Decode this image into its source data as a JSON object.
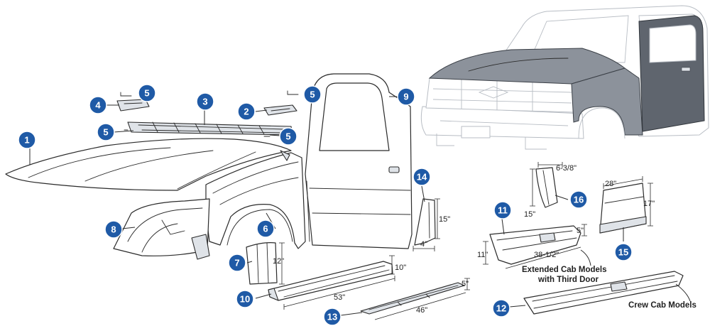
{
  "colors": {
    "badge_fill": "#1f5aa6",
    "badge_text": "#ffffff",
    "line_art": "#2b2b2b",
    "ghost_truck": "#b8bdc4",
    "highlight_panels": "#8c929b"
  },
  "callouts": [
    {
      "id": "c1",
      "label": "1"
    },
    {
      "id": "c2",
      "label": "2"
    },
    {
      "id": "c3",
      "label": "3"
    },
    {
      "id": "c4",
      "label": "4"
    },
    {
      "id": "c5a",
      "label": "5"
    },
    {
      "id": "c5b",
      "label": "5"
    },
    {
      "id": "c5c",
      "label": "5"
    },
    {
      "id": "c5d",
      "label": "5"
    },
    {
      "id": "c6",
      "label": "6"
    },
    {
      "id": "c7",
      "label": "7"
    },
    {
      "id": "c8",
      "label": "8"
    },
    {
      "id": "c9",
      "label": "9"
    },
    {
      "id": "c10",
      "label": "10"
    },
    {
      "id": "c11",
      "label": "11"
    },
    {
      "id": "c12",
      "label": "12"
    },
    {
      "id": "c13",
      "label": "13"
    },
    {
      "id": "c14",
      "label": "14"
    },
    {
      "id": "c15",
      "label": "15"
    },
    {
      "id": "c16",
      "label": "16"
    }
  ],
  "dimensions": {
    "d_10": "10\"",
    "d_12": "12\"",
    "d_15_cab": "15\"",
    "d_4": "4\"",
    "d_53": "53\"",
    "d_46": "46\"",
    "d_5_rocker": "5\"",
    "d_6_3_8": "6-3/8\"",
    "d_15_rear": "15\"",
    "d_28": "28\"",
    "d_17": "17\"",
    "d_5_ext": "5\"",
    "d_11": "11\"",
    "d_38_1_2": "38-1/2\""
  },
  "captions": {
    "extended_cab_line1": "Extended Cab Models",
    "extended_cab_line2": "with Third Door",
    "crew_cab": "Crew Cab Models"
  }
}
